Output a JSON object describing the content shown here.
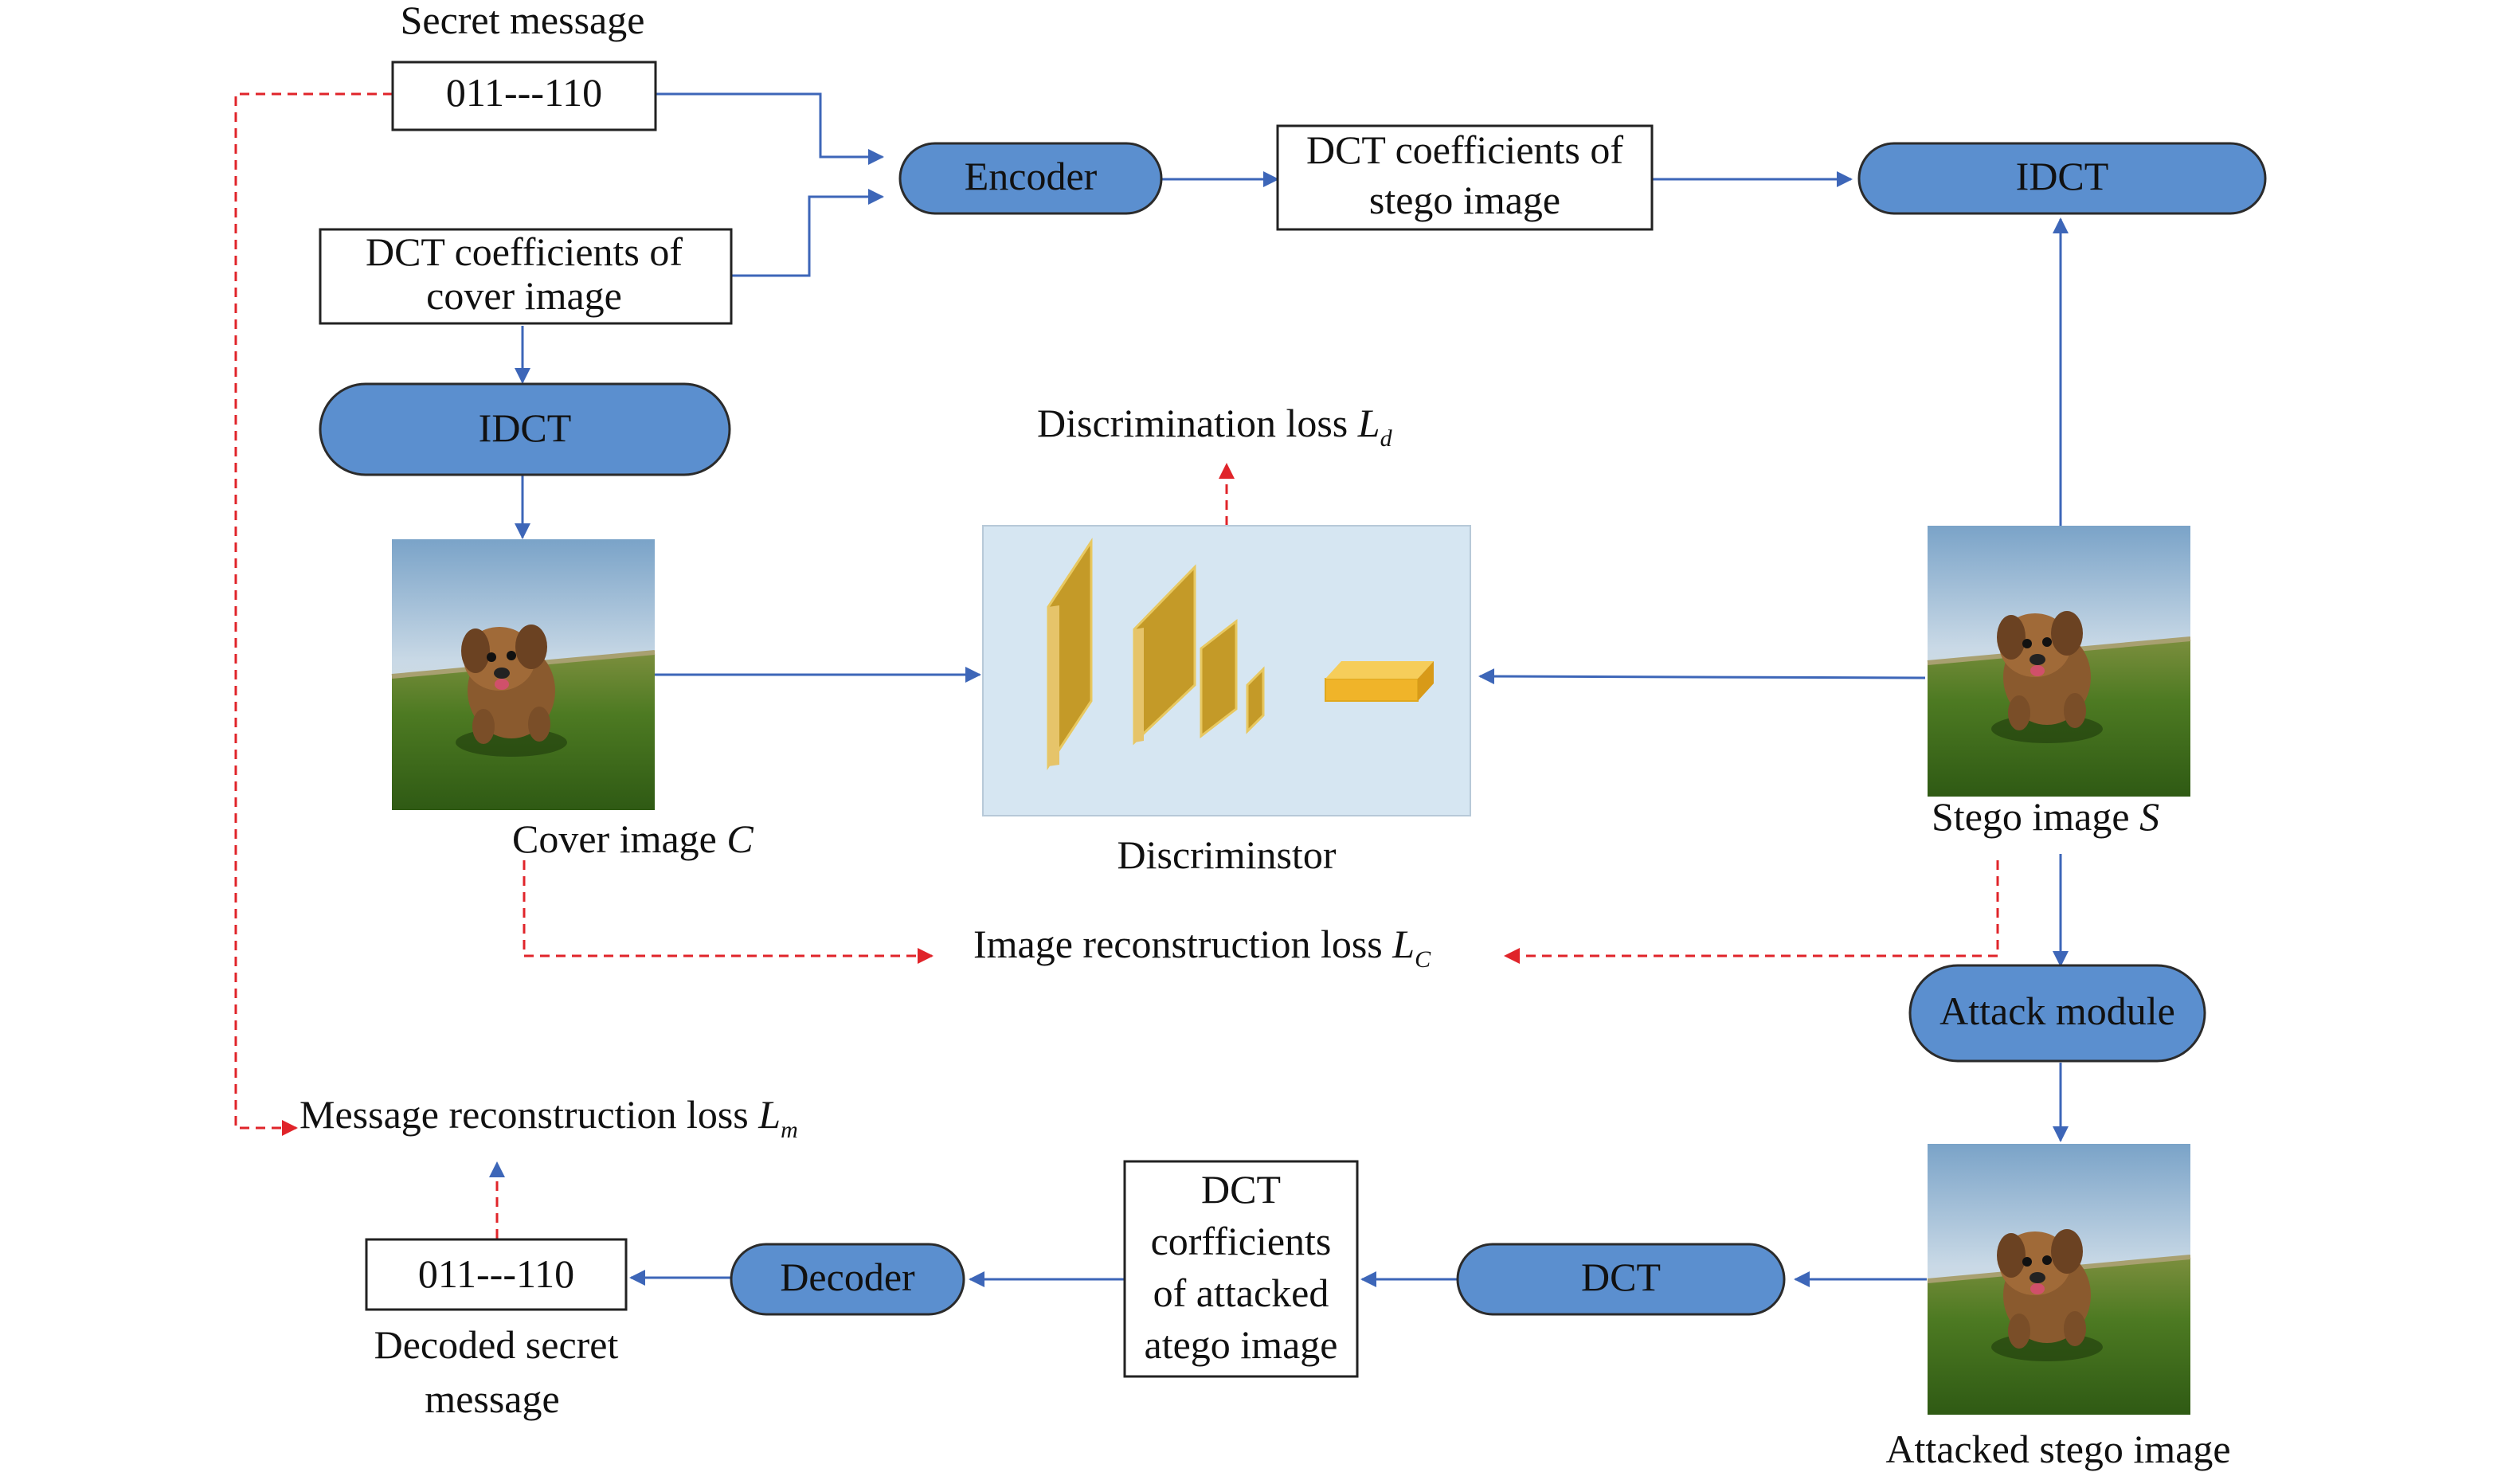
{
  "labels": {
    "secret_message_title": "Secret message",
    "secret_bits": "011---110",
    "encoder": "Encoder",
    "dct_stego_l1": "DCT coefficients of",
    "dct_stego_l2": "stego image",
    "idct_top": "IDCT",
    "dct_cover_l1": "DCT coefficients of",
    "dct_cover_l2": "cover image",
    "idct_left": "IDCT",
    "disc_loss": "Discrimination loss",
    "disc_loss_sym": "L",
    "disc_loss_sub": "d",
    "cover_caption": "Cover image",
    "cover_sym": "C",
    "discriminator_caption": "Discriminstor",
    "stego_caption": "Stego image",
    "stego_sym": "S",
    "img_recon_loss": "Image reconstruction loss",
    "img_recon_sym": "L",
    "img_recon_sub": "C",
    "attack_module": "Attack module",
    "msg_recon_loss": "Message reconstruction loss",
    "msg_recon_sym": "L",
    "msg_recon_sub": "m",
    "decoded_bits": "011---110",
    "decoded_l1": "Decoded secret",
    "decoded_l2": "message",
    "decoder": "Decoder",
    "dct_att_l1": "DCT",
    "dct_att_l2": "corfficients",
    "dct_att_l3": "of attacked",
    "dct_att_l4": "atego image",
    "dct_bottom": "DCT",
    "attacked_caption": "Attacked stego image"
  },
  "colors": {
    "pill_fill": "#5b8fcf",
    "flow_arrow": "#3d66b8",
    "loss_arrow": "#e0242a",
    "disc_panel": "#d6e6f2",
    "disc_layer": "#c49a28",
    "disc_output": "#f0b429"
  },
  "icons": {
    "photo": "dog-on-grass-photo"
  }
}
